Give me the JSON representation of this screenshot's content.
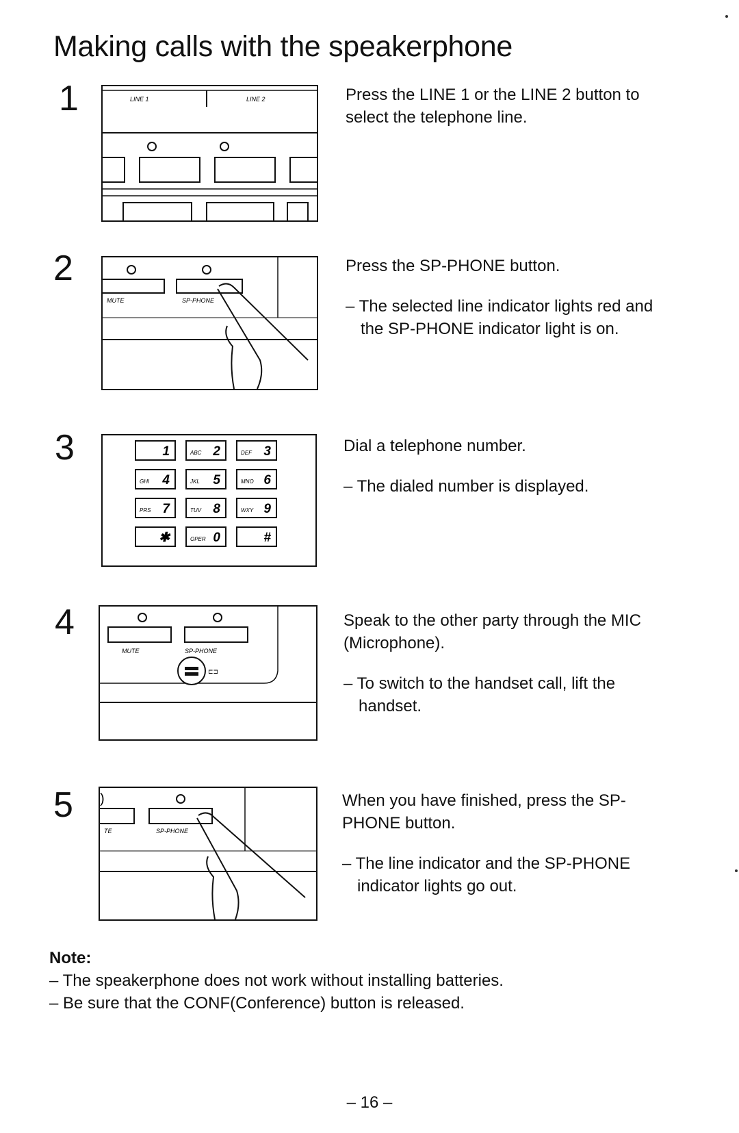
{
  "page": {
    "title": "Making calls with the speakerphone",
    "page_number": "– 16 –"
  },
  "steps": [
    {
      "number": "1",
      "text": "Press the LINE 1 or the LINE 2 button to select the telephone line.",
      "figure_labels": {
        "line1": "LINE 1",
        "line2": "LINE 2"
      }
    },
    {
      "number": "2",
      "text": "Press the SP-PHONE button.",
      "note": "– The selected line indicator lights red and the SP-PHONE indicator light is on.",
      "figure_labels": {
        "mute": "MUTE",
        "sp": "SP-PHONE"
      }
    },
    {
      "number": "3",
      "text": "Dial a telephone number.",
      "note": "– The dialed number is displayed.",
      "keypad": [
        {
          "digit": "1",
          "letters": ""
        },
        {
          "digit": "2",
          "letters": "ABC"
        },
        {
          "digit": "3",
          "letters": "DEF"
        },
        {
          "digit": "4",
          "letters": "GHI"
        },
        {
          "digit": "5",
          "letters": "JKL"
        },
        {
          "digit": "6",
          "letters": "MNO"
        },
        {
          "digit": "7",
          "letters": "PRS"
        },
        {
          "digit": "8",
          "letters": "TUV"
        },
        {
          "digit": "9",
          "letters": "WXY"
        },
        {
          "digit": "✱",
          "letters": ""
        },
        {
          "digit": "0",
          "letters": "OPER"
        },
        {
          "digit": "#",
          "letters": ""
        }
      ]
    },
    {
      "number": "4",
      "text": "Speak to the other party through the MIC (Microphone).",
      "note": "– To switch to the handset call, lift the handset.",
      "figure_labels": {
        "mute": "MUTE",
        "sp": "SP-PHONE"
      }
    },
    {
      "number": "5",
      "text": "When you have finished, press the SP-PHONE button.",
      "note": "– The line indicator and the SP-PHONE indicator lights go out.",
      "figure_labels": {
        "mute": "TE",
        "sp": "SP-PHONE"
      }
    }
  ],
  "note": {
    "title": "Note:",
    "items": [
      "– The speakerphone does not work without installing batteries.",
      "– Be sure that the CONF(Conference) button is released."
    ]
  }
}
